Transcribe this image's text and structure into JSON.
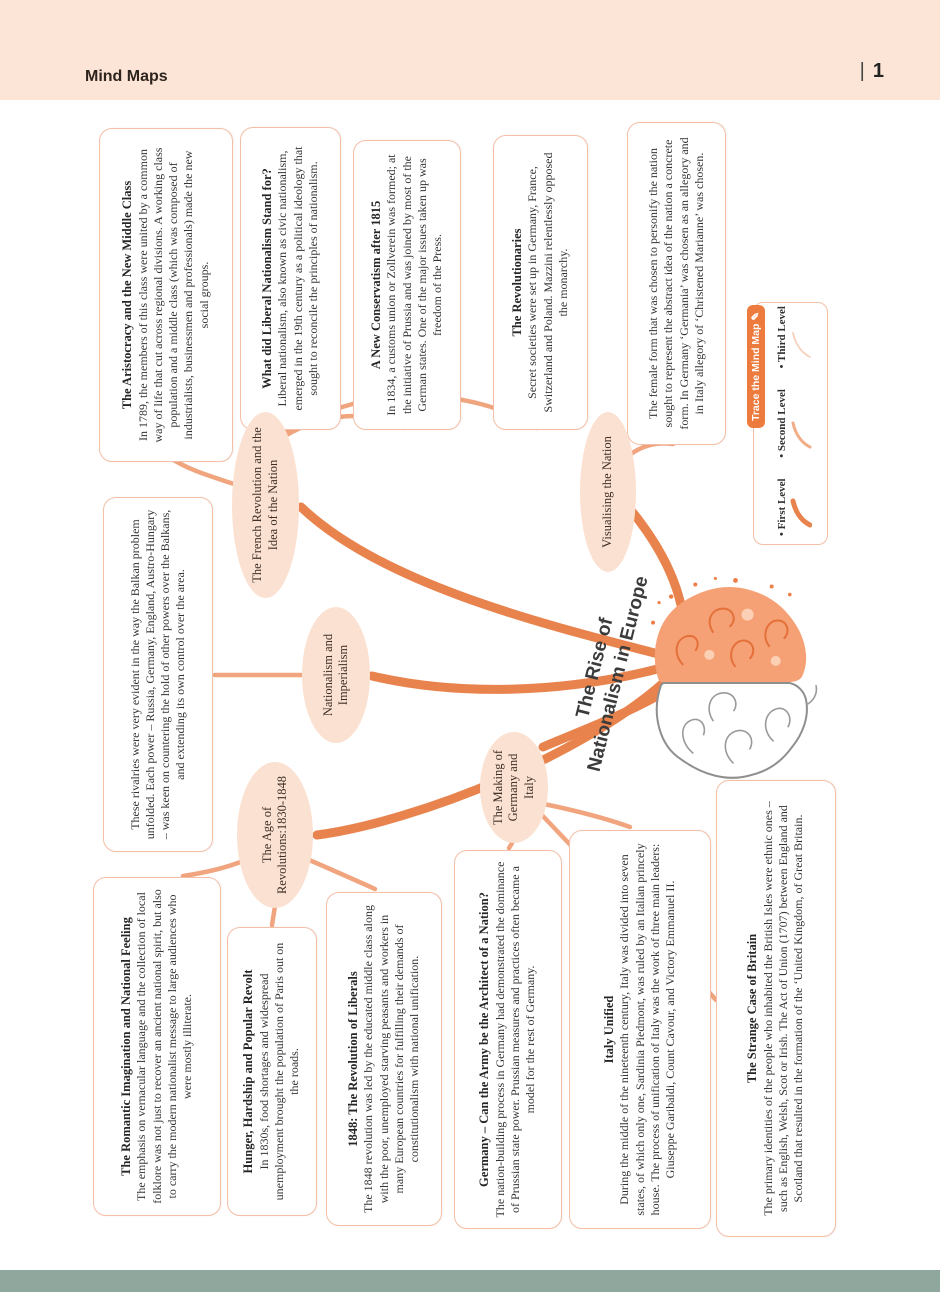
{
  "header": {
    "title": "Mind Maps",
    "separator": "|",
    "page_number": "1"
  },
  "center": {
    "title_line1": "The Rise of",
    "title_line2": "Nationalism in Europe",
    "brain_icon": "half-sketch-half-orange-paint-brain"
  },
  "ellipses": [
    {
      "label": "The French Revolution and the Idea of the Nation"
    },
    {
      "label": "Nationalism and Imperialism"
    },
    {
      "label": "The Age of Revolutions:1830-1848"
    },
    {
      "label": "The Making of Germany and Italy"
    },
    {
      "label": "Visualising the Nation"
    }
  ],
  "boxes": [
    {
      "title": "The Aristocracy and the New Middle Class",
      "body": "In 1789, the members of this class were united by a common way of life that cut across regional divisions. A working class population and a middle class (which was composed of industrialists, businessmen and professionals) made the new social groups."
    },
    {
      "title": "What did Liberal Nationalism Stand for?",
      "body": "Liberal nationalism, also known as civic nationalism, emerged in the 19th century as a political ideology that sought to reconcile the principles of nationalism."
    },
    {
      "title": "A New Conservatism after 1815",
      "body": "In 1834, a customs union or Zollverein was formed; at the initiative of Prussia and was joined by most of the German states. One of the major issues taken up was freedom of the Press."
    },
    {
      "title": "The Revolutionaries",
      "body": "Secret societies were set up in Germany, France, Switzerland and Poland. Mazzini relentlessly opposed the monarchy."
    },
    {
      "title": "",
      "body": "The female form that was chosen to personify the nation sought to represent the abstract idea of the nation a concrete form. In Germany ‘Germania’ was chosen as an allegory and in Italy allegory of ‘Christened Marianne’ was chosen."
    },
    {
      "title": "",
      "body": "These rivalries were very evident in the way the Balkan problem unfolded. Each power – Russia, Germany, England, Austro-Hungary – was keen on countering the hold of other powers over the Balkans, and extending its own control over the area."
    },
    {
      "title": "The Romantic Imagination and National Feeling",
      "body": "The emphasis on vernacular language and the collection of local folklore was not just to recover an ancient national spirit, but also to carry the modern nationalist message to large audiences who were mostly illiterate."
    },
    {
      "title": "Hunger, Hardship and Popular Revolt",
      "body": "In 1830s, food shortages and widespread unemployment brought the population of Paris out on the roads."
    },
    {
      "title": "1848: The Revolution of Liberals",
      "body": "The 1848 revolution was led by the educated middle class along with the poor, unemployed starving peasants and workers in many European countries for fulfilling their demands of constitutionalism with national unification."
    },
    {
      "title": "Germany – Can the Army be the Architect of a Nation?",
      "body": "The nation-building process in Germany had demonstrated the dominance of Prussian state power. Prussian measures and practices often became a model for the rest of Germany."
    },
    {
      "title": "Italy Unified",
      "body": "During the middle of the nineteenth century, Italy was divided into seven states, of which only one, Sardinia Piedmont, was ruled by an Italian princely house. The process of unification of Italy was the work of three main leaders: Giuseppe Garibaldi, Count Cavour, and Victory Emmanuel II."
    },
    {
      "title": "The Strange Case of Britain",
      "body": "The primary identities of the people who inhabited the British Isles were ethnic ones – such as English, Welsh, Scot or Irish. The Act of Union (1707) between England and Scotland that resulted in the formation of the ‘United Kingdom, of Great Britain."
    }
  ],
  "legend": {
    "badge_label": "Trace the Mind Map",
    "badge_icon": "✎",
    "bullet": "•",
    "levels": [
      {
        "label": "First Level"
      },
      {
        "label": "Second Level"
      },
      {
        "label": "Third Level"
      }
    ]
  },
  "colors": {
    "header_bar": "#FCE4D6",
    "footer_bar": "#8FA79C",
    "ellipse_fill": "#FBE1D1",
    "box_border": "#F4BFA6",
    "level1_curve": "#E9834E",
    "level2_curve": "#F1A57F",
    "level3_curve": "#F7D0BC",
    "badge": "#ED7B3E"
  }
}
